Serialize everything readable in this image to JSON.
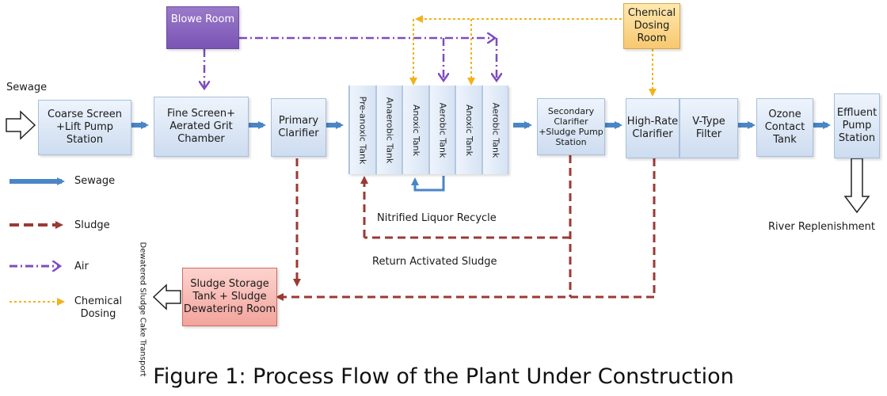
{
  "input_label": "Sewage",
  "output_label": "River Replenishment",
  "dewatered_label": "Dewatered Sludge Cake Transport",
  "boxes": {
    "coarse": "Coarse Screen +Lift Pump Station",
    "fine": "Fine Screen+ Aerated Grit Chamber",
    "primary": "Primary Clarifier",
    "secondary": "Secondary Clarifier +Sludge Pump Station",
    "highrate": "High-Rate Clarifier",
    "vtype": "V-Type Filter",
    "ozone": "Ozone Contact Tank",
    "effluent": "Effluent Pump Station",
    "blower": "Blowe Room",
    "chemical": "Chemical Dosing Room",
    "sludge": "Sludge Storage Tank + Sludge Dewatering Room"
  },
  "tanks": [
    "Pre-anoxic Tank",
    "Anaerobic Tank",
    "Anoxic Tank",
    "Aerobic Tank",
    "Anoxic Tank",
    "Aerobic Tank"
  ],
  "recycle_labels": {
    "nitrified": "Nitrified Liquor Recycle",
    "return_sludge": "Return Activated Sludge"
  },
  "legend": [
    {
      "type": "sewage",
      "label": "Sewage",
      "color": "#4a86c5"
    },
    {
      "type": "sludge",
      "label": "Sludge",
      "color": "#9a3a35"
    },
    {
      "type": "air",
      "label": "Air",
      "color": "#7d4cc0"
    },
    {
      "type": "chemical",
      "label": "Chemical Dosing",
      "color": "#f2b21c"
    }
  ],
  "caption": "Figure 1: Process Flow of the Plant Under Construction"
}
